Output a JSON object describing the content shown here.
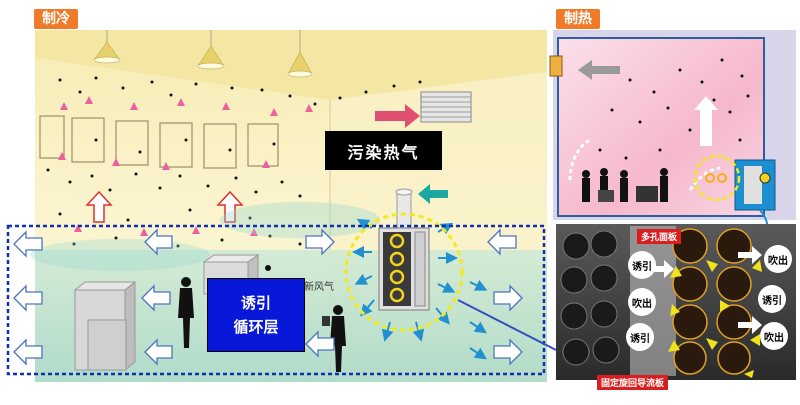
{
  "left_panel": {
    "mode_label": "制冷",
    "hot_air_label": "污染热气",
    "loop_label_line1": "诱引",
    "loop_label_line2": "循环层",
    "fresh_label": "新风气"
  },
  "right_panel": {
    "mode_label": "制热"
  },
  "detail_panel": {
    "panel_label": "多孔面板",
    "vane_label": "固定旋回导流板",
    "induce_label": "诱引",
    "blow_label": "吹出"
  },
  "colors": {
    "tag_orange": "#f07a2a",
    "dashed_blue": "#1030b0",
    "dashed_yellow": "#f2ea1a",
    "pink_arrow": "#ee5fa0",
    "blue_arrow": "#2090d0",
    "loop_blue": "#0818d8"
  }
}
